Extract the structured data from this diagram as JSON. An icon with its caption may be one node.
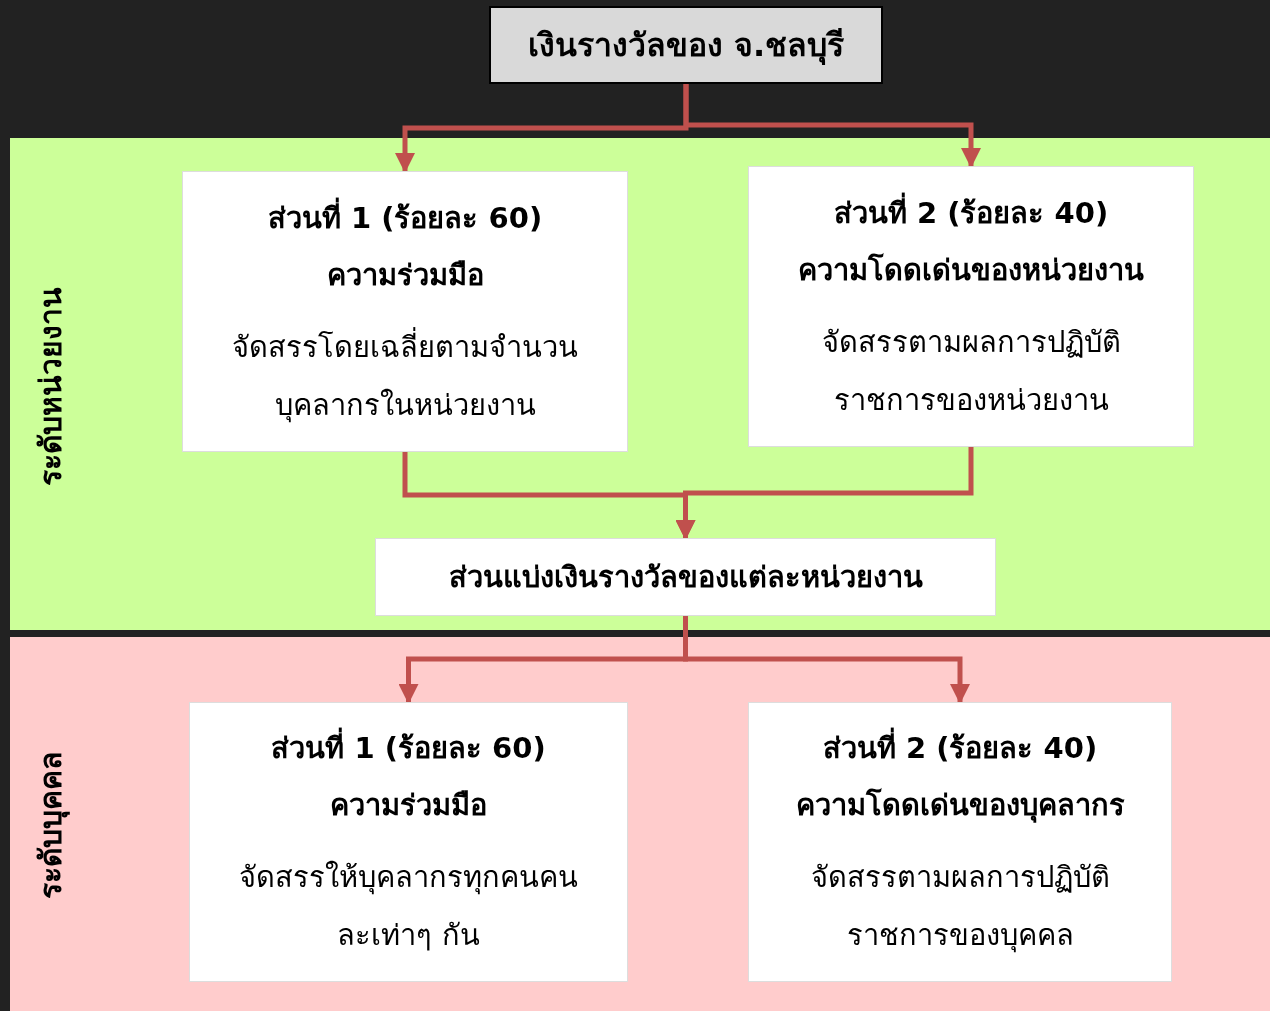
{
  "diagram": {
    "nodes": [
      {
        "text": [
          "เงินรางวัลของ จ.ชลบุรี"
        ]
      },
      {
        "text": [
          "ระดับหน่วยงาน"
        ]
      },
      {
        "text": [
          "ส่วนที่ 1 (ร้อยละ 60)",
          "ความร่วมมือ",
          "จัดสรรโดยเฉลี่ยตามจำนวนบุคลากรในหน่วยงาน"
        ],
        "in": 1
      },
      {
        "text": [
          "ส่วนที่ 2 (ร้อยละ 40)",
          "ความโดดเด่นของหน่วยงาน",
          "จัดสรรตามผลการปฏิบัติราชการของหน่วยงาน"
        ],
        "in": 1
      },
      {
        "text": [
          "ส่วนแบ่งเงินรางวัลของแต่ละหน่วยงาน"
        ],
        "in": 1
      },
      {
        "text": [
          "ระดับบุคคล"
        ]
      },
      {
        "text": [
          "ส่วนที่ 1 (ร้อยละ 60)",
          "ความร่วมมือ",
          "จัดสรรให้บุคลากรทุกคนคนละเท่าๆ กัน"
        ],
        "in": 5
      },
      {
        "text": [
          "ส่วนที่ 2 (ร้อยละ 40)",
          "ความโดดเด่นของบุคลากร",
          "จัดสรรตามผลการปฏิบัติราชการของบุคคล"
        ],
        "in": 5
      }
    ],
    "edges": [
      {
        "from": 0,
        "to": 2,
        "arrow": "to"
      },
      {
        "from": 0,
        "to": 3,
        "arrow": "to"
      },
      {
        "from": 2,
        "to": 4,
        "arrow": "to"
      },
      {
        "from": 3,
        "to": 4,
        "arrow": "to"
      },
      {
        "from": 4,
        "to": 6,
        "arrow": "to"
      },
      {
        "from": 4,
        "to": 7,
        "arrow": "to"
      }
    ]
  }
}
